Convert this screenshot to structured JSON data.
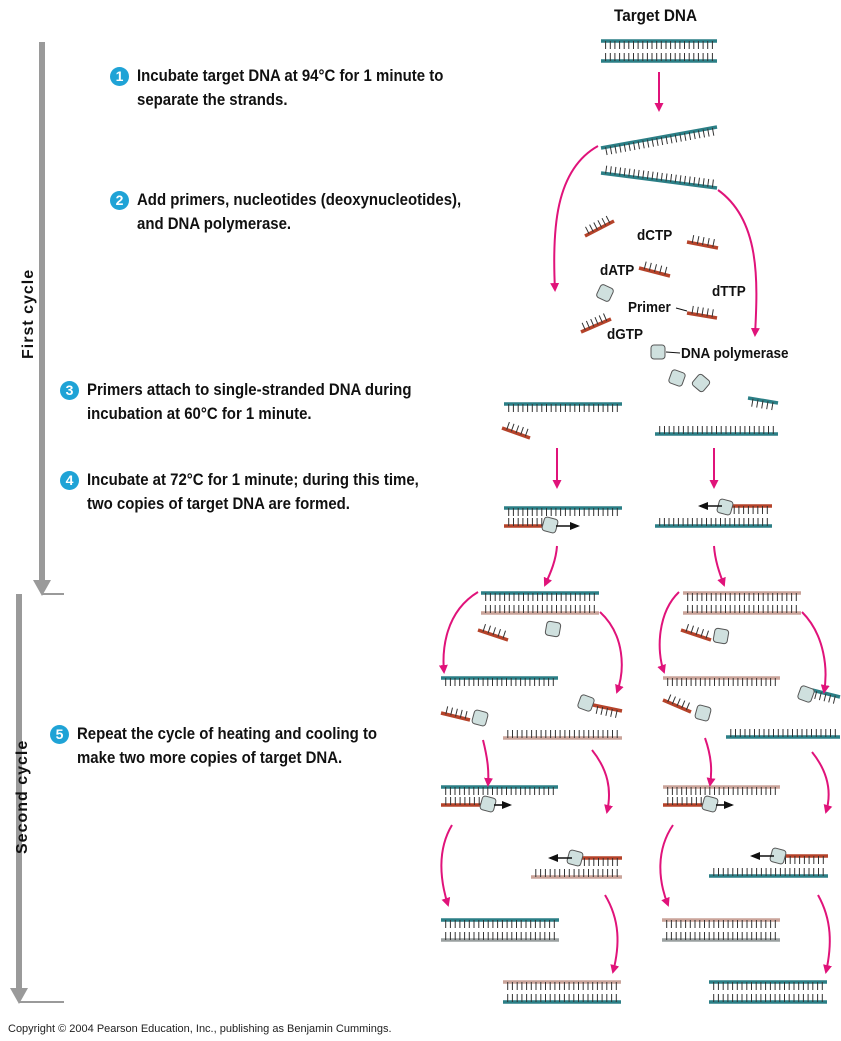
{
  "title": "Target DNA",
  "cycles": {
    "first": "First cycle",
    "second": "Second cycle"
  },
  "steps": [
    {
      "num": "1",
      "line1": "Incubate target DNA at 94°C for 1 minute to",
      "line2": "separate the strands."
    },
    {
      "num": "2",
      "line1": "Add primers, nucleotides (deoxynucleotides),",
      "line2": "and DNA polymerase."
    },
    {
      "num": "3",
      "line1": "Primers attach to single-stranded DNA during",
      "line2": "incubation at 60°C for 1 minute."
    },
    {
      "num": "4",
      "line1": "Incubate at 72°C for 1 minute; during this time,",
      "line2": "two copies of target DNA are formed."
    },
    {
      "num": "5",
      "line1": "Repeat the cycle of heating and cooling to",
      "line2": "make two more copies of target DNA."
    }
  ],
  "labels": {
    "dctp": "dCTP",
    "datp": "dATP",
    "dttp": "dTTP",
    "primer": "Primer",
    "dgtp": "dGTP",
    "polymerase": "DNA polymerase"
  },
  "copyright": "Copyright © 2004 Pearson Education, Inc., publishing as Benjamin Cummings.",
  "colors": {
    "teal_strand": "#2b7f86",
    "pink_strand": "#caa49a",
    "primer": "#b5432a",
    "arrow": "#e0137a",
    "cycle_arrow": "#9a9a9a",
    "step_badge": "#1fa3d6",
    "polymerase": "#cfe0de"
  }
}
